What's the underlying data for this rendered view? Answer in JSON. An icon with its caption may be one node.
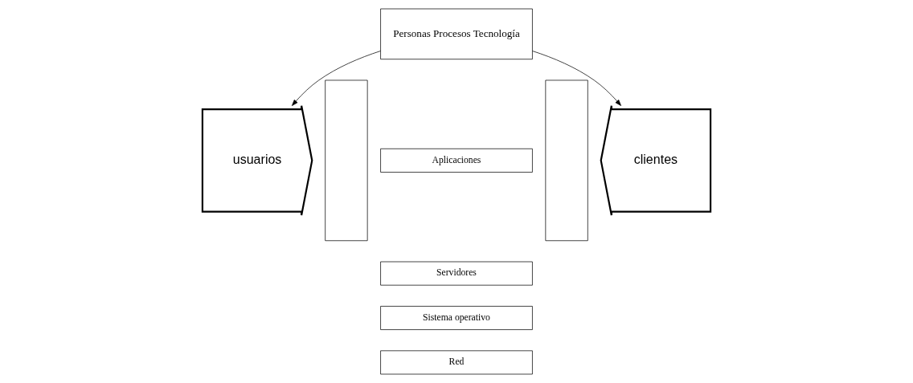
{
  "diagram": {
    "nodes": [
      {
        "text": [
          "Personas Procesos Tecnología"
        ]
      },
      {
        "text": [
          "usuarios"
        ]
      },
      {
        "text": [
          "clientes"
        ]
      },
      {
        "text": [],
        "shape": "box"
      },
      {
        "text": [],
        "shape": "box"
      },
      {
        "text": [
          "Aplicaciones"
        ]
      },
      {
        "text": [
          "Servidores"
        ]
      },
      {
        "text": [
          "Sistema operativo"
        ]
      },
      {
        "text": [
          "Red"
        ]
      }
    ],
    "edges": [
      {
        "from": 0,
        "to": 1,
        "arrow": "to"
      },
      {
        "from": 0,
        "to": 2,
        "arrow": "to"
      }
    ]
  }
}
